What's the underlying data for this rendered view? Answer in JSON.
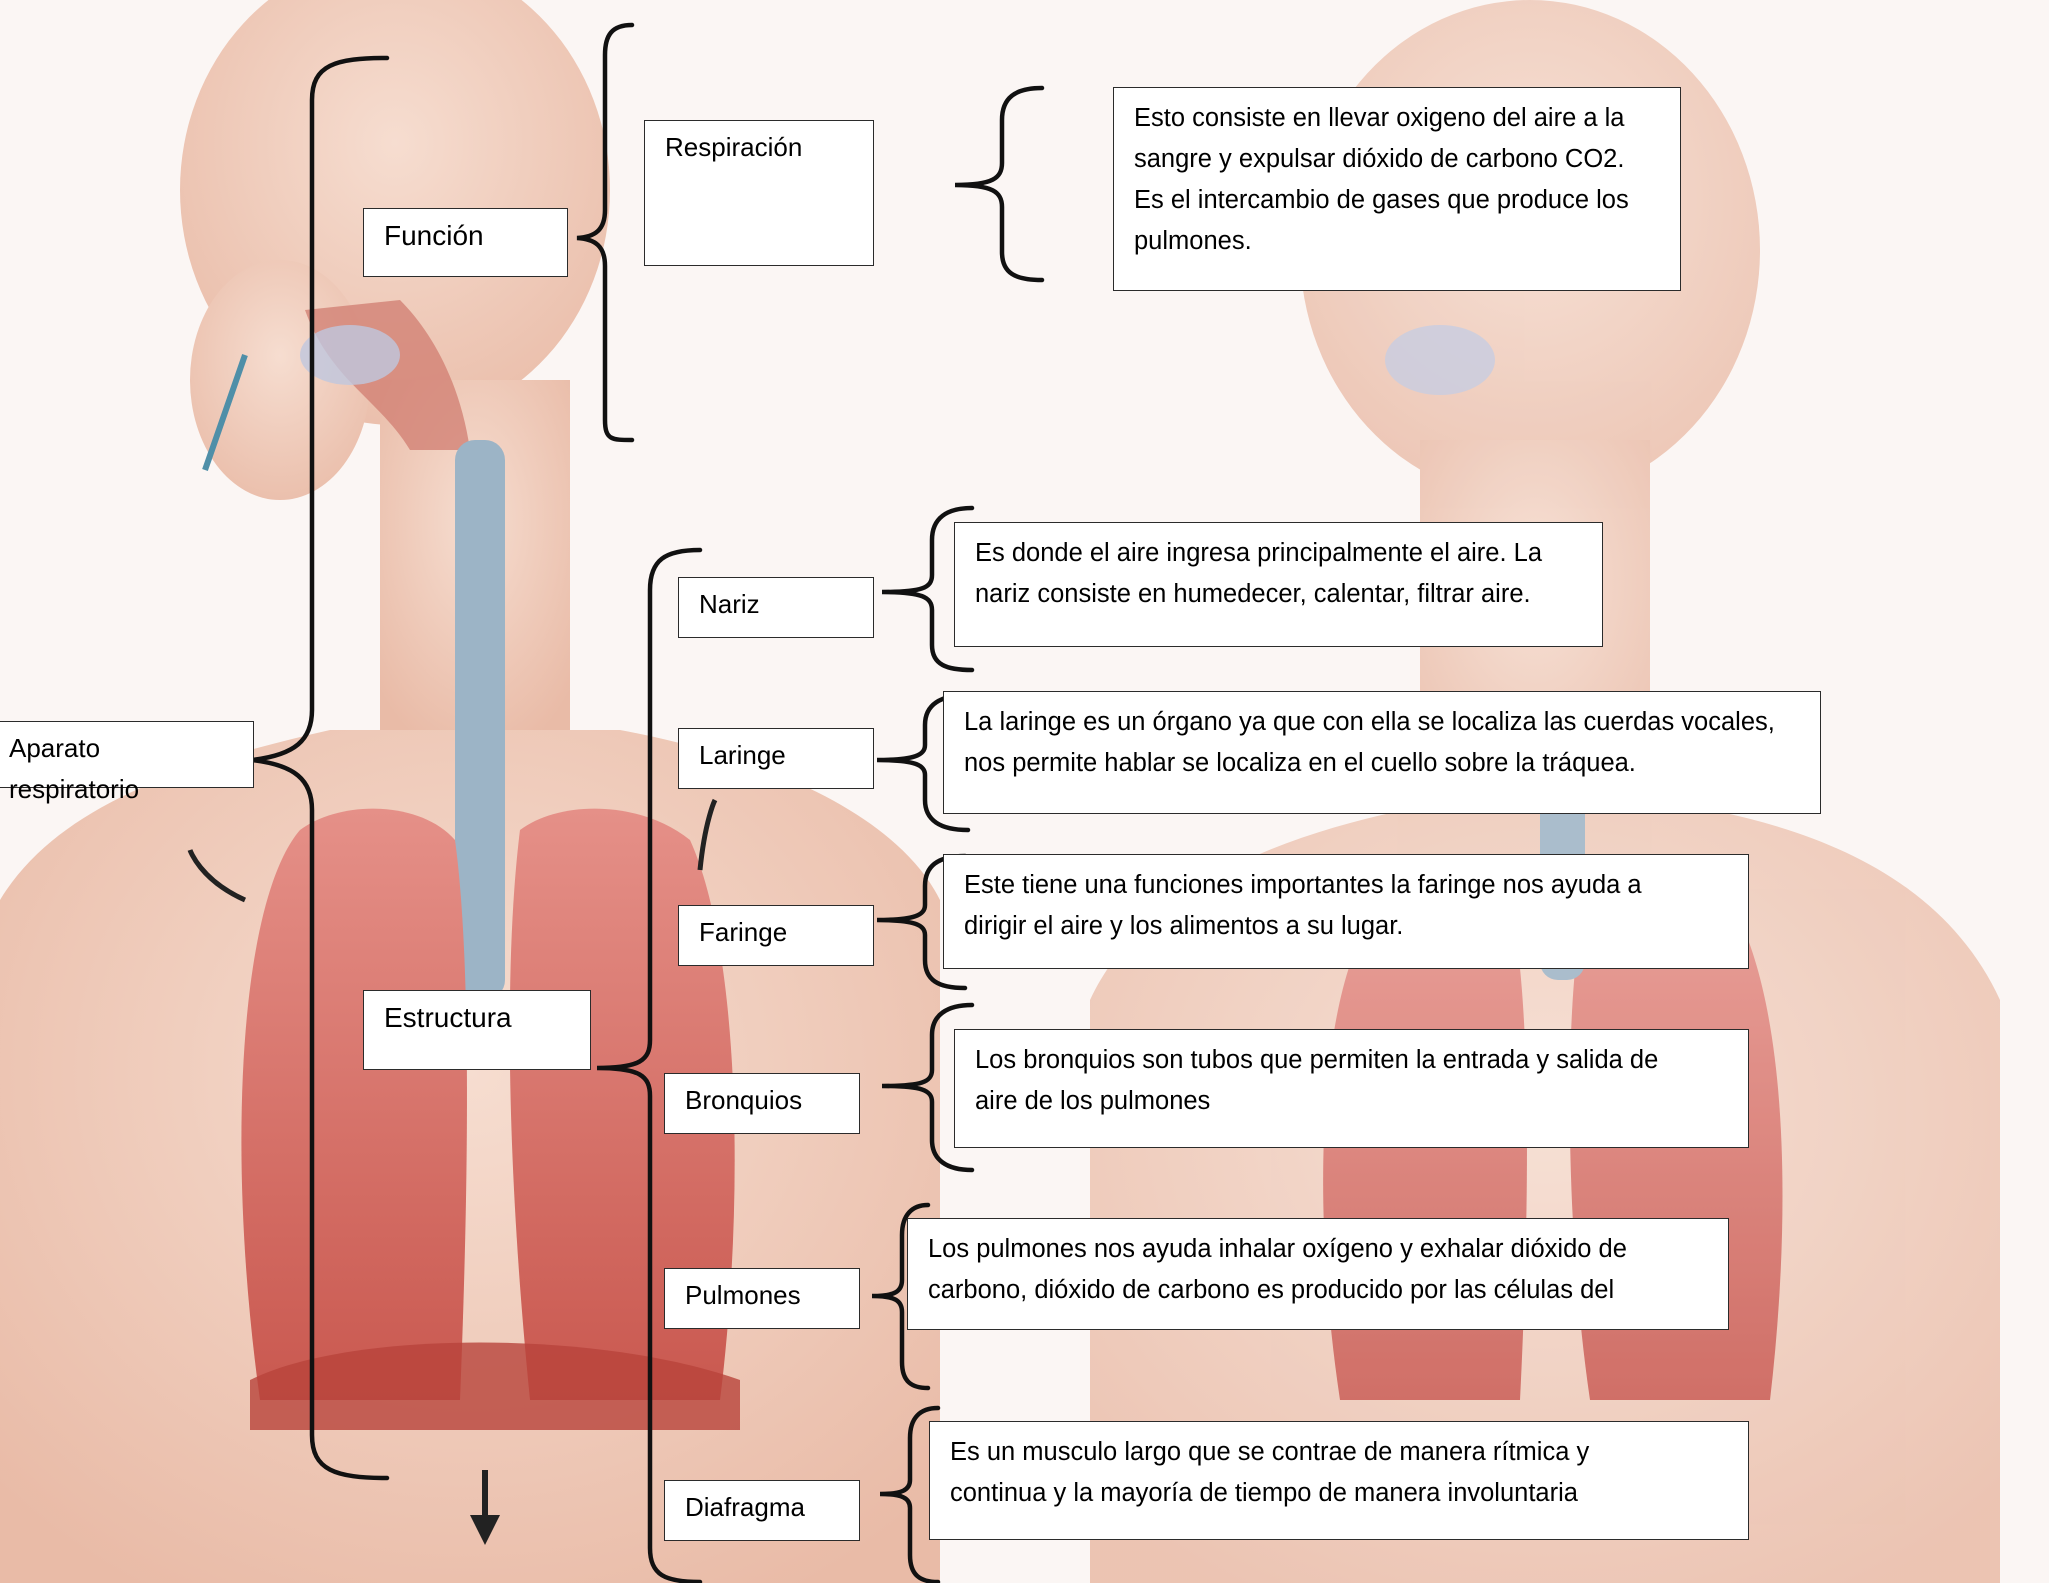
{
  "root": {
    "label": "Aparato respiratorio"
  },
  "funcion": {
    "label": "Función",
    "items": [
      {
        "label": "Respiración",
        "description": "Esto consiste en llevar oxigeno del aire a la\nsangre y expulsar dióxido de carbono CO2.\nEs el intercambio de gases  que produce los\npulmones."
      }
    ]
  },
  "estructura": {
    "label": "Estructura",
    "items": [
      {
        "label": "Nariz",
        "description": "Es donde el aire ingresa principalmente el aire. La\nnariz consiste en humedecer, calentar, filtrar aire."
      },
      {
        "label": "Laringe",
        "description": "La laringe es un órgano ya que con ella se localiza las cuerdas vocales,\nnos permite hablar se localiza en el cuello sobre la tráquea."
      },
      {
        "label": "Faringe",
        "description": "Este tiene una funciones importantes la faringe nos ayuda a\ndirigir el aire y los alimentos a su lugar."
      },
      {
        "label": "Bronquios",
        "description": "Los bronquios son tubos que permiten la entrada y salida de\naire de los pulmones"
      },
      {
        "label": "Pulmones",
        "description": "Los pulmones nos ayuda inhalar oxígeno y exhalar  dióxido de\ncarbono, dióxido de carbono es producido por las células del"
      },
      {
        "label": "Diafragma",
        "description": "Es un musculo largo que se contrae de manera rítmica y\ncontinua y la mayoría de tiempo de manera involuntaria"
      }
    ]
  },
  "colors": {
    "skin": "#f2d3c3",
    "lung": "#d9766c",
    "trachea": "#9cb4c6",
    "bracket": "#111111"
  }
}
